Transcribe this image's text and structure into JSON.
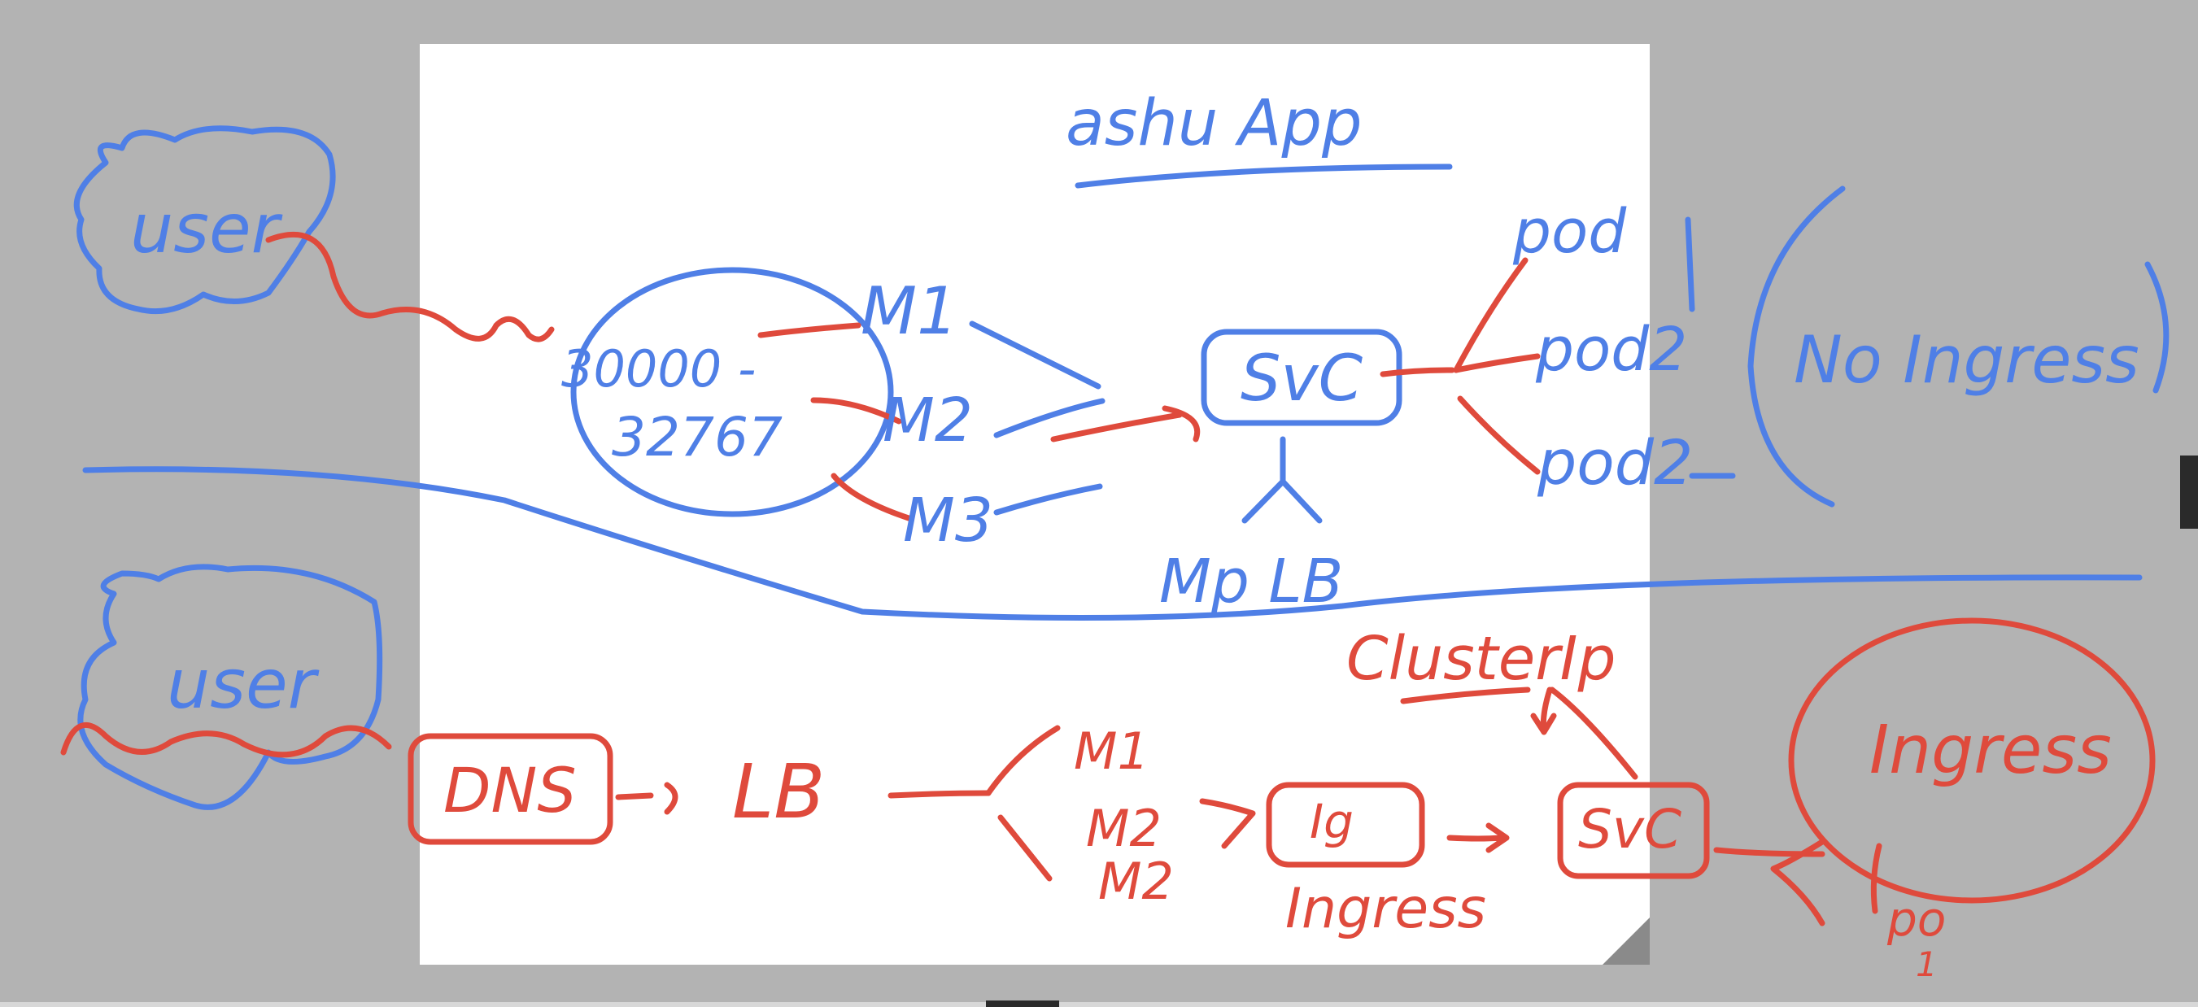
{
  "colors": {
    "background": "#b3b3b3",
    "paper": "#ffffff",
    "blue_ink": "#4f7fe6",
    "red_ink": "#df4a3c"
  },
  "labels": {
    "title": "ashu App",
    "user_top": "user",
    "user_bottom": "user",
    "port_range_1": "30000 -",
    "port_range_2": "32767",
    "m1_top": "M1",
    "m2_top": "M2",
    "m3_top": "M3",
    "svc_top": "SvC",
    "mp_lb": "Mp LB",
    "pod1": "pod",
    "pod2": "pod2",
    "pod3": "pod2",
    "no_ingress": "No Ingress",
    "cluster_ip": "ClusterIp",
    "dns": "DNS",
    "lb": "LB",
    "m1_bottom": "M1",
    "m2_bottom": "M2",
    "m3_bottom": "M2",
    "ingress_box": "Ig",
    "ingress_caption": "Ingress",
    "svc_bottom": "SvC",
    "ingress_circle": "Ingress",
    "po": "po",
    "po_sub": "1"
  }
}
